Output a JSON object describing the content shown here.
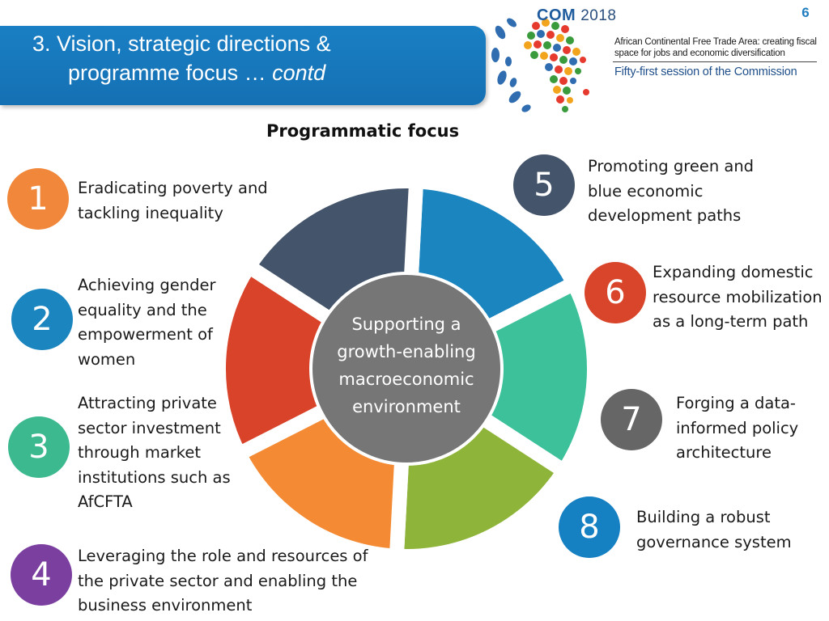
{
  "page_number": "6",
  "title": {
    "line1": "3. Vision, strategic directions &",
    "line2": "programme focus … ",
    "line2_italic": "contd"
  },
  "logo": {
    "com": "COM",
    "year": "2018",
    "subtitle": "African Continental Free Trade Area: creating fiscal space for jobs and economic diversification",
    "session": "Fifty-first session of the Commission"
  },
  "heading": "Programmatic focus",
  "center": "Supporting a growth-enabling macroeconomic environment",
  "items": [
    {
      "number": "1",
      "text": "Eradicating poverty and tackling inequality",
      "color": "#f0873a"
    },
    {
      "number": "2",
      "text": "Achieving gender equality and the empowerment of women",
      "color": "#1a85bf"
    },
    {
      "number": "3",
      "text": "Attracting private sector investment through market institutions such as AfCFTA",
      "color": "#3cb98e"
    },
    {
      "number": "4",
      "text": "Leveraging the role and resources of the private sector and enabling the business environment",
      "color": "#7b3fa0"
    },
    {
      "number": "5",
      "text": "Promoting green and blue economic development paths",
      "color": "#44546a"
    },
    {
      "number": "6",
      "text": "Expanding domestic resource mobilization as a long-term path",
      "color": "#d9452b"
    },
    {
      "number": "7",
      "text": "Forging a data-informed policy architecture",
      "color": "#666666"
    },
    {
      "number": "8",
      "text": "Building a robust governance system",
      "color": "#1580c2"
    }
  ],
  "segment_colors": [
    "#1a85bf",
    "#3cc19a",
    "#8fb43a",
    "#f48a33",
    "#d9432a",
    "#44546a"
  ],
  "center_color": "#767676"
}
